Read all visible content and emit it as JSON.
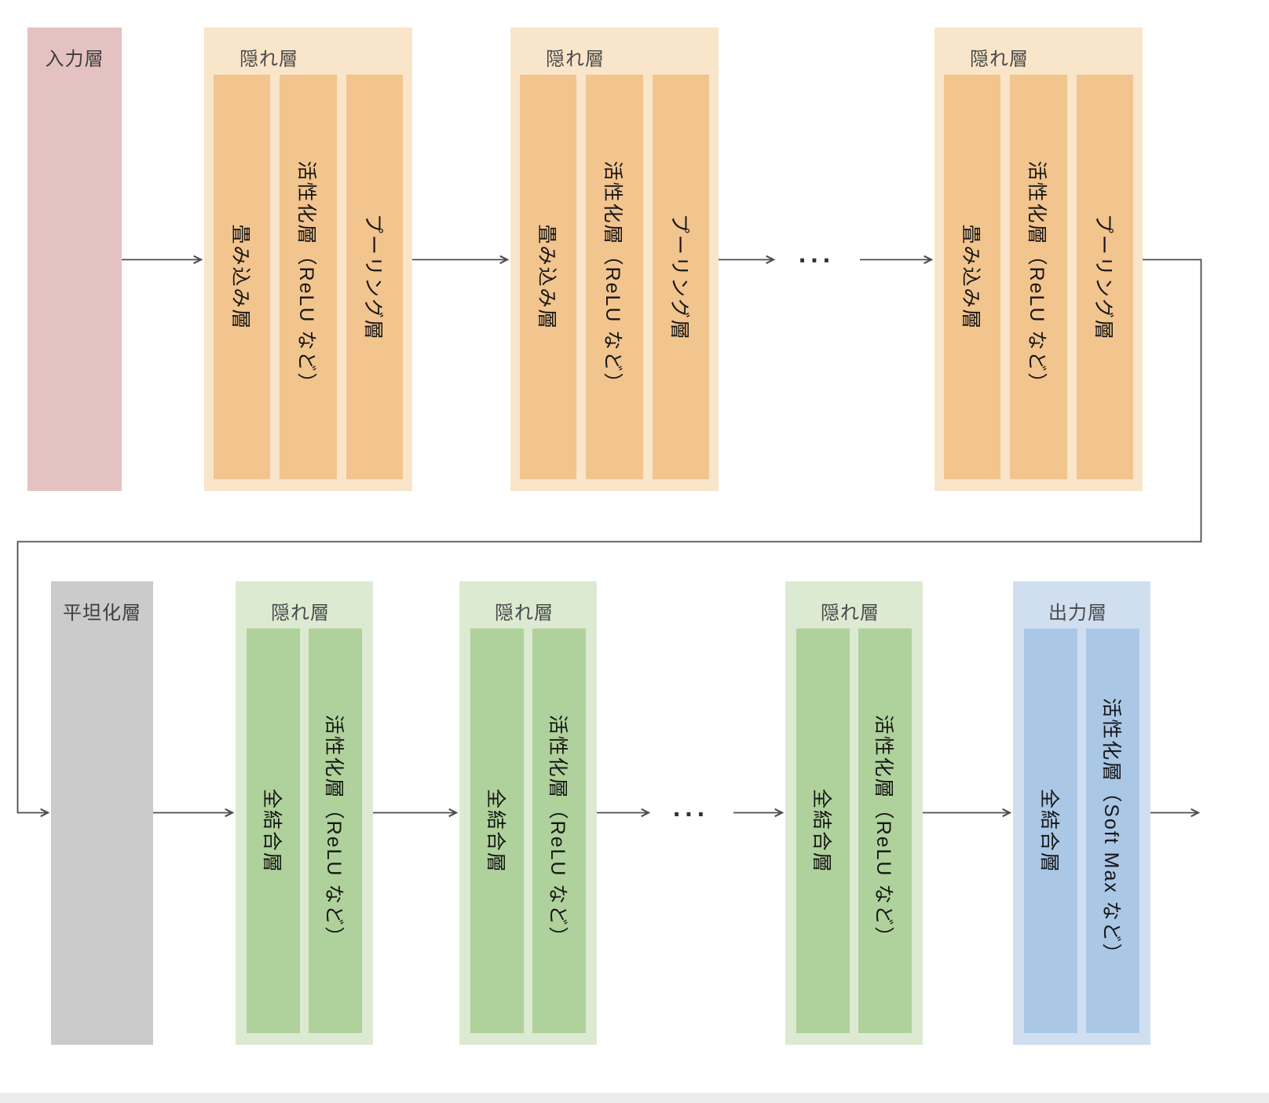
{
  "top_row": {
    "input_label": "入力層",
    "hidden_label": "隠れ層",
    "bars": [
      "畳み込み層",
      "活性化層（ReLU など）",
      "プーリング層"
    ],
    "dots": "..."
  },
  "bottom_row": {
    "flatten_label": "平坦化層",
    "hidden_label": "隠れ層",
    "bars": [
      "全結合層",
      "活性化層（ReLU など）"
    ],
    "output_label": "出力層",
    "output_bars": [
      "全結合層",
      "活性化層（Soft Max など）"
    ],
    "dots": "..."
  },
  "colors": {
    "input": "#e4c2c2",
    "hidden_top_container": "#f9e5c9",
    "hidden_top_bar": "#f2c48e",
    "flatten": "#cbcbcb",
    "hidden_bottom_container": "#dcead2",
    "hidden_bottom_bar": "#afd19b",
    "output_container": "#cfdff0",
    "output_bar": "#aac7e6",
    "arrow": "#4d4d4d"
  }
}
